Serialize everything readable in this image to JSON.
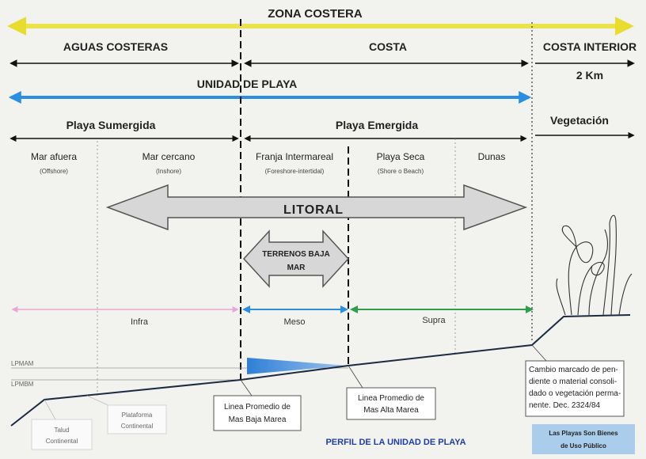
{
  "headers": {
    "zona_costera": "ZONA COSTERA",
    "aguas_costeras": "AGUAS COSTERAS",
    "costa": "COSTA",
    "costa_interior": "COSTA INTERIOR",
    "costa_interior_dist": "2 Km",
    "unidad_playa": "UNIDAD DE PLAYA",
    "playa_sumergida": "Playa Sumergida",
    "playa_emergida": "Playa Emergida",
    "vegetacion": "Vegetación"
  },
  "segments": [
    {
      "title": "Mar afuera",
      "subtitle": "(Offshore)"
    },
    {
      "title": "Mar cercano",
      "subtitle": "(Inshore)"
    },
    {
      "title": "Franja Intermareal",
      "subtitle": "(Foreshore-intertidal)"
    },
    {
      "title": "Playa Seca",
      "subtitle": "(Shore o Beach)"
    },
    {
      "title": "Dunas",
      "subtitle": ""
    }
  ],
  "litoral": "LITORAL",
  "terrenos": [
    "TERRENOS BAJA",
    "MAR"
  ],
  "zones": {
    "infra": "Infra",
    "meso": "Meso",
    "supra": "Supra"
  },
  "levels": {
    "lpmam": "LPMAM",
    "lpmbm": "LPMBM"
  },
  "callouts": {
    "baja_marea": [
      "Linea Promedio de",
      "Mas Baja Marea"
    ],
    "alta_marea": [
      "Linea Promedio de",
      "Mas Alta Marea"
    ],
    "cambio": [
      "Cambio marcado de pen-",
      "diente o material consoli-",
      "dado o vegetación perma-",
      "nente. Dec. 2324/84"
    ],
    "talud": [
      "Talud",
      "Continental"
    ],
    "plataforma": [
      "Plataforma",
      "Continental"
    ]
  },
  "footer": {
    "perfil": "PERFIL DE LA UNIDAD DE PLAYA",
    "bienes": [
      "Las Playas Son Bienes",
      "de Uso Público"
    ]
  },
  "colors": {
    "zona_costera_arrow": "#f2e94e",
    "unidad_playa_arrow": "#2a8fe0",
    "infra_line": "#e7a6d6",
    "meso_line": "#2a8fe0",
    "supra_line": "#2f9e4a",
    "water_fill": "#2f7fd6",
    "footer_box": "#a9cdeb",
    "perfil_text": "#1f3f9f"
  }
}
